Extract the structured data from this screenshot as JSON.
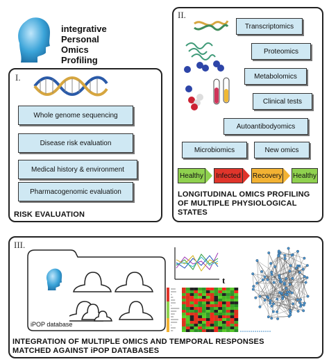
{
  "header": {
    "title_lines": [
      "integrative",
      "Personal",
      "Omics",
      "Profiling"
    ]
  },
  "panel_i": {
    "numeral": "I.",
    "items": [
      "Whole genome sequencing",
      "Disease risk evaluation",
      "Medical history & environment",
      "Pharmacogenomic evaluation"
    ],
    "title": "RISK EVALUATION"
  },
  "panel_ii": {
    "numeral": "II.",
    "omics": [
      "Transcriptomics",
      "Proteomics",
      "Metabolomics",
      "Clinical tests",
      "Autoantibodyomics",
      "Microbiomics",
      "New omics"
    ],
    "states": [
      {
        "label": "Healthy",
        "color": "#8fd14f"
      },
      {
        "label": "Infected",
        "color": "#e0352b"
      },
      {
        "label": "Recovery",
        "color": "#f2b233"
      },
      {
        "label": "Healthy",
        "color": "#8fd14f"
      }
    ],
    "title_lines": [
      "LONGITUDINAL OMICS PROFILING",
      "OF MULTIPLE PHYSIOLOGICAL",
      "STATES"
    ]
  },
  "panel_iii": {
    "numeral": "III.",
    "database_label": "iPOP database",
    "axis_t": "t",
    "title_lines": [
      "INTEGRATION OF MULTIPLE OMICS AND TEMPORAL RESPONSES",
      "MATCHED AGAINST iPOP DATABASES"
    ]
  },
  "colors": {
    "box_fill": "#cfe8f3",
    "head_blue": "#3aa3d8",
    "network_node": "#4a90c8"
  }
}
